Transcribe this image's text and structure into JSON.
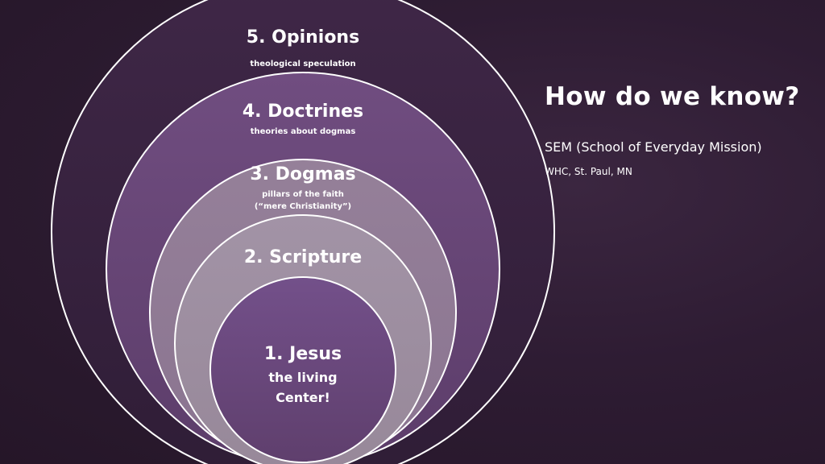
{
  "slide": {
    "title": "How do we know?",
    "subtitle": "SEM (School of Everyday Mission)",
    "location": "WHC, St. Paul, MN"
  },
  "diagram": {
    "layers": [
      {
        "title": "5. Opinions",
        "lines": [
          "theological speculation"
        ],
        "fill": "#3a2441"
      },
      {
        "title": "4. Doctrines",
        "lines": [
          "theories about dogmas"
        ],
        "fill": "#6e4a7c"
      },
      {
        "title": "3. Dogmas",
        "lines": [
          "pillars of the faith",
          "(“mere Christianity”)"
        ],
        "fill": "#8b7394"
      },
      {
        "title": "2. Scripture",
        "lines": [],
        "fill": "#9a8aa0"
      },
      {
        "title": "1. Jesus",
        "lines": [
          "the living",
          "Center!"
        ],
        "fill": "#6b4877"
      }
    ],
    "stroke_color": "#ffffff"
  }
}
